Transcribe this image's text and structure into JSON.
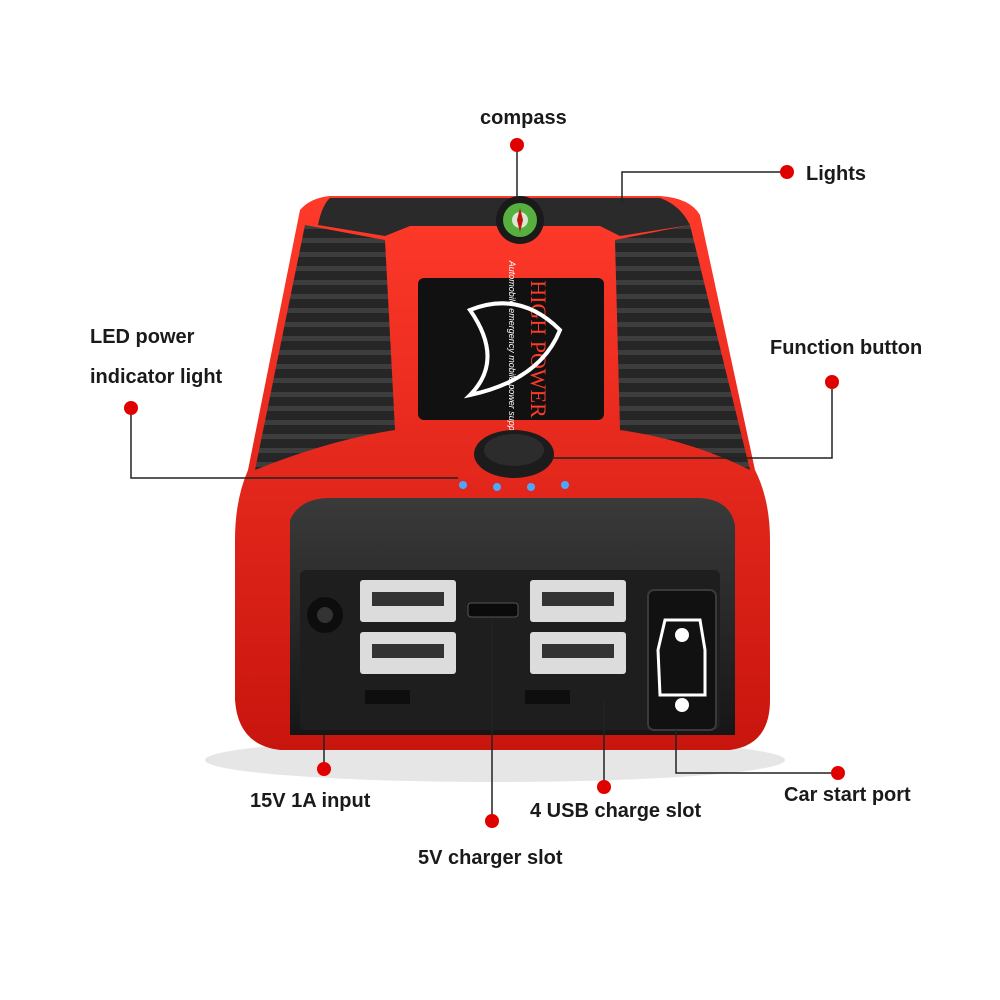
{
  "labels": {
    "compass": "compass",
    "lights": "Lights",
    "led_line1": "LED power",
    "led_line2": "indicator light",
    "function_button": "Function button",
    "input": "15V 1A input",
    "usb": "4 USB charge slot",
    "car_start": "Car start port",
    "charger": "5V charger slot"
  },
  "product": {
    "brand": "HIGH POWER",
    "tagline": "Automobile emergency mobile power supply"
  },
  "colors": {
    "body_red": "#e8231c",
    "dark_red": "#b9140f",
    "rubber": "#2b2b2b",
    "panel": "#1f1f1f",
    "marker_red": "#e00000",
    "led_blue": "#4aa8ff"
  }
}
